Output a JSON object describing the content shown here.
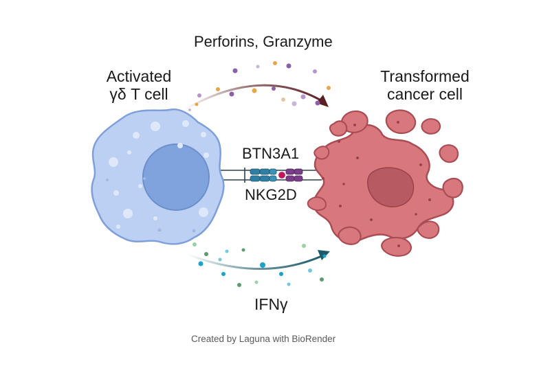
{
  "diagram": {
    "top_label": "Perforins, Granzyme",
    "left_cell_label": [
      "Activated",
      "γδ T cell"
    ],
    "right_cell_label": [
      "Transformed",
      "cancer cell"
    ],
    "receptor_top_label": "BTN3A1",
    "receptor_bottom_label": "NKG2D",
    "bottom_label": "IFNγ",
    "credit": "Created by Laguna with BioRender"
  },
  "colors": {
    "t_cell_fill": "#bcd0f3",
    "t_cell_stroke": "#7f9fd9",
    "nucleus": "#7fa3dc",
    "cancer_fill": "#d8787d",
    "cancer_stroke": "#a94c54",
    "top_arrow": "#5a1e22",
    "bottom_arrow": "#1c5a6b",
    "receptor_teal": "#2f7fa3",
    "receptor_purple": "#7a3e88",
    "ligand_pink": "#c2185b"
  }
}
